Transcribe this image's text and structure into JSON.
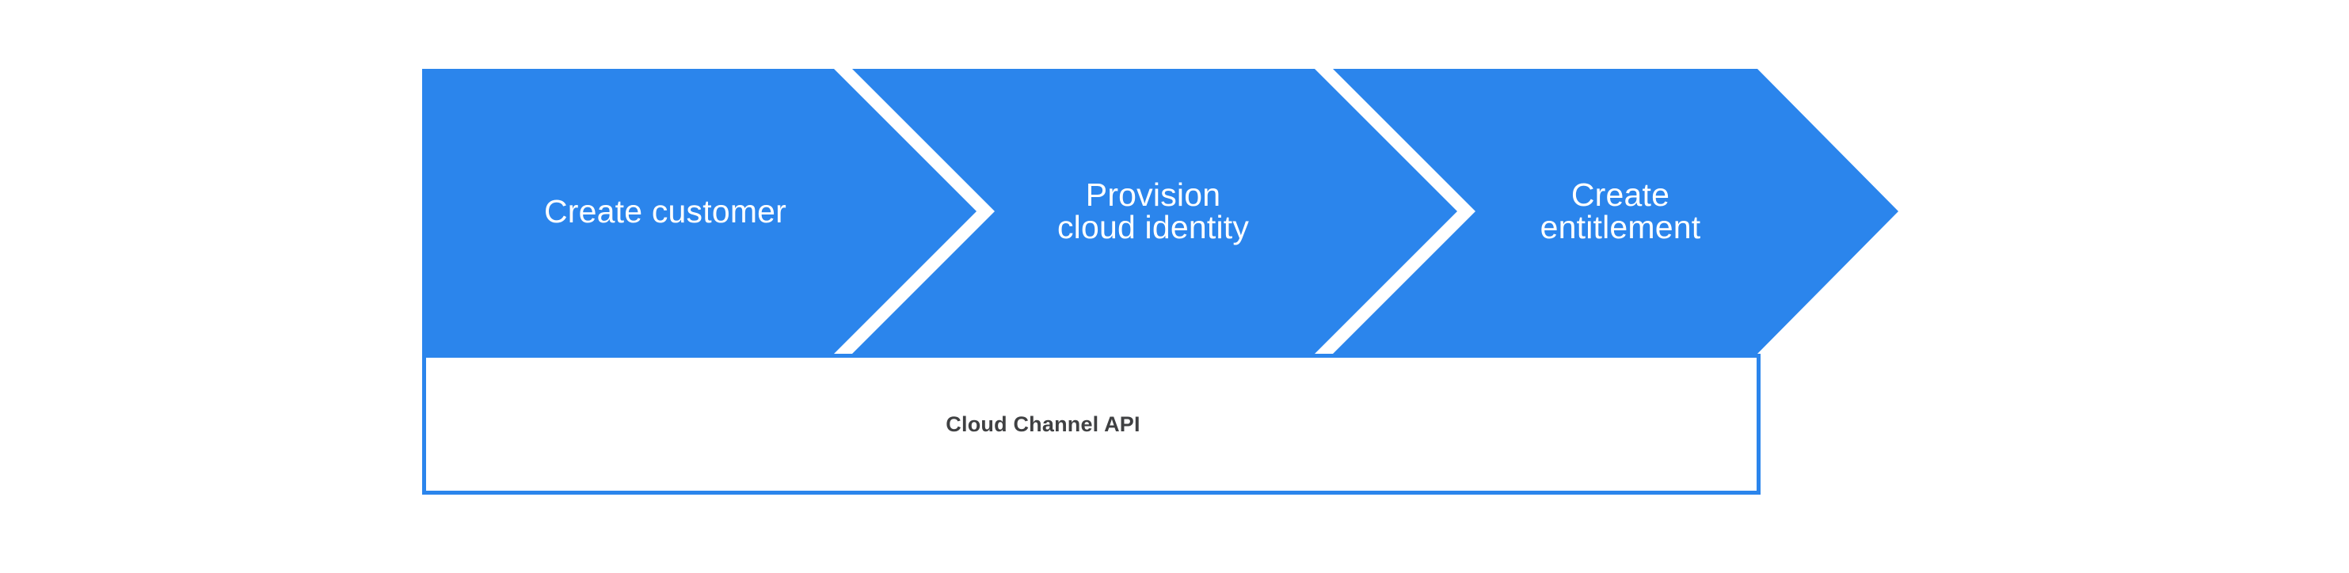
{
  "diagram": {
    "type": "process-flow-chevron",
    "title": "",
    "colors": {
      "chevron_fill": "#2b85ec",
      "chevron_gap": "#ffffff",
      "step_text": "#ffffff",
      "api_bar_border": "#2b85ec",
      "api_bar_background": "#ffffff",
      "api_bar_text": "#3f4042",
      "canvas_background": "#ffffff"
    },
    "steps": [
      {
        "index": 1,
        "label": "Create customer"
      },
      {
        "index": 2,
        "label": "Provision\ncloud identity"
      },
      {
        "index": 3,
        "label": "Create\nentitlement"
      }
    ],
    "footer": {
      "label": "Cloud Channel API"
    }
  }
}
